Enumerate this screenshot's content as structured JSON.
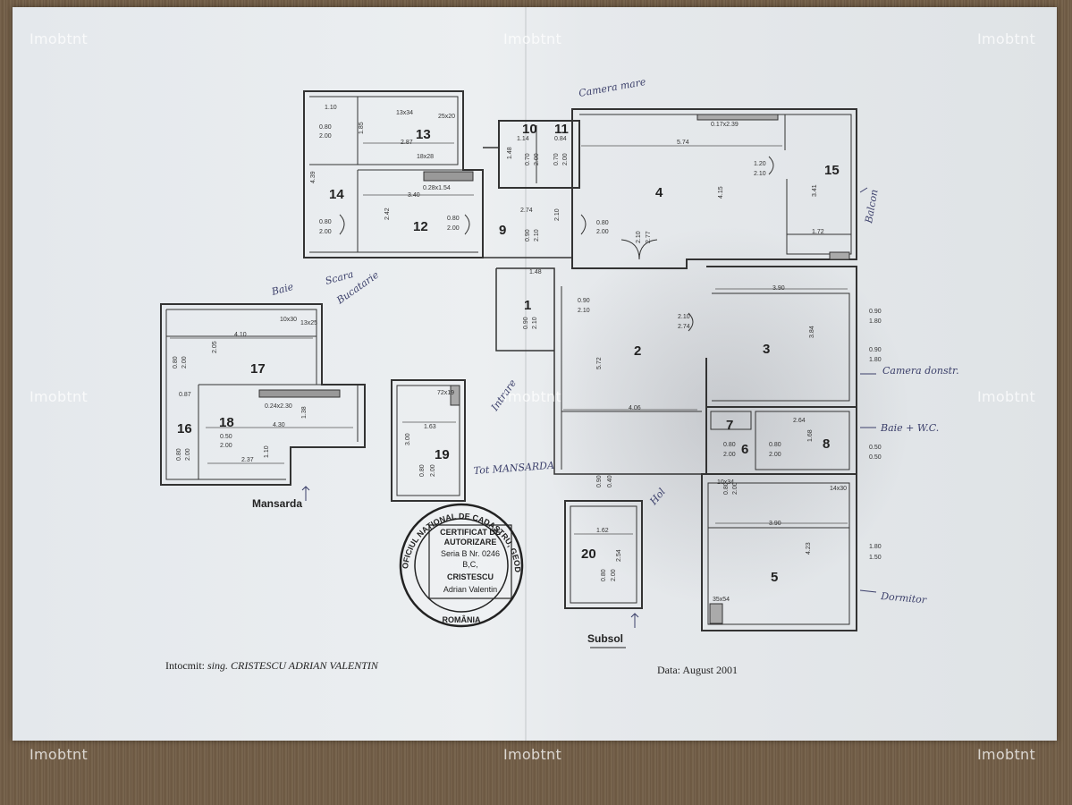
{
  "watermark": "Imobtnt",
  "rooms": [
    "1",
    "2",
    "3",
    "4",
    "5",
    "6",
    "7",
    "8",
    "9",
    "10",
    "11",
    "12",
    "13",
    "14",
    "15",
    "16",
    "17",
    "18",
    "19",
    "20"
  ],
  "dimensions": {
    "d1": "1.10",
    "d2": "0.80",
    "d3": "2.00",
    "d4": "1.85",
    "d5": "2.87",
    "d6": "13x34",
    "d7": "25x20",
    "d8": "18x28",
    "d9": "4.39",
    "d10": "3.40",
    "d11": "2.42",
    "d12": "0.28x1.54",
    "d13": "1.14",
    "d14": "0.84",
    "d15": "1.48",
    "d16": "0.70",
    "d17": "2.74",
    "d18": "2.10",
    "d19": "0.90",
    "d20": "5.74",
    "d21": "0.17x2.39",
    "d22": "1.20",
    "d23": "4.15",
    "d24": "3.41",
    "d25": "1.72",
    "d26": "2.77",
    "d27": "1.48",
    "d28": "3.90",
    "d29": "3.84",
    "d30": "2.74",
    "d31": "5.72",
    "d32": "4.06",
    "d33": "2.64",
    "d34": "1.68",
    "d35": "0.50",
    "d36": "4.23",
    "d37": "1.50",
    "d38": "10x34",
    "d39": "14x30",
    "d40": "35x54",
    "d41": "4.10",
    "d42": "2.05",
    "d43": "10x30",
    "d44": "13x25",
    "d45": "0.87",
    "d46": "0.24x2.30",
    "d47": "4.30",
    "d48": "1.38",
    "d49": "2.37",
    "d50": "1.10",
    "d51": "72x19",
    "d52": "1.63",
    "d53": "3.00",
    "d54": "1.62",
    "d55": "2.54",
    "d56": "0.40",
    "d57": "1.80"
  },
  "labels": {
    "mansarda": "Mansarda",
    "subsol": "Subsol"
  },
  "footer": {
    "prefix": "Intocmit:",
    "author": "sing. CRISTESCU ADRIAN VALENTIN",
    "date": "Data: August 2001"
  },
  "stamp": {
    "ring_text": "OFICIUL NAȚIONAL DE CADASTRU, GEODEZIE ȘI CARTOGRAFIE",
    "country": "ROMÂNIA",
    "line1": "CERTIFICAT DE",
    "line2": "AUTORIZARE",
    "line3": "Seria B Nr. 0246",
    "line4": "B,C,",
    "line5": "CRISTESCU",
    "line6": "Adrian Valentin"
  },
  "handwritten": {
    "h1": "Balcon",
    "h2": "Camera donstr.",
    "h3": "Baie + W.C.",
    "h4": "Dormitor",
    "h5": "Tot MANSARDA",
    "h6": "Hol",
    "h7": "Intrare",
    "h8": "Baie",
    "h9": "Bucatarie",
    "h10": "Scara",
    "h11": "Camera mare"
  },
  "colors": {
    "paper": "#e8ebee",
    "ink": "#333333",
    "handwriting": "#3b3f6a",
    "background": "#6d5a43"
  }
}
